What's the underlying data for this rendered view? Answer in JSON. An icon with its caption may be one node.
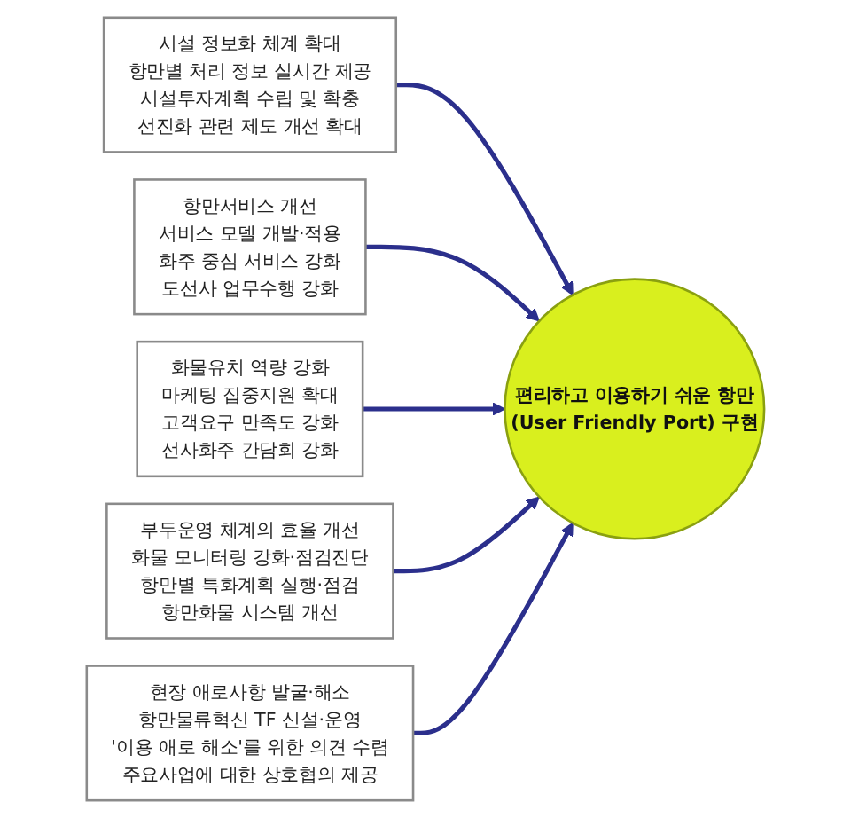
{
  "diagram": {
    "nodes": [
      {
        "text": [
          "시설 정보화 체계 확대",
          "항만별 처리 정보 실시간 제공",
          "시설투자계획 수립 및 확충",
          "선진화 관련 제도 개선 확대"
        ]
      },
      {
        "text": [
          "항만서비스 개선",
          "서비스 모델 개발·적용",
          "화주 중심 서비스 강화",
          "도선사 업무수행 강화"
        ]
      },
      {
        "text": [
          "화물유치 역량 강화",
          "마케팅 집중지원 확대",
          "고객요구 만족도 강화",
          "선사화주 간담회 강화"
        ]
      },
      {
        "text": [
          "편리하고 이용하기 쉬운 항만",
          "(User Friendly Port) 구현"
        ]
      },
      {
        "text": [
          "부두운영 체계의 효율 개선",
          "화물 모니터링 강화·점검진단",
          "항만별 특화계획 실행·점검",
          "항만화물 시스템 개선"
        ]
      },
      {
        "text": [
          "현장 애로사항 발굴·해소",
          "항만물류혁신 TF 신설·운영",
          "'이용 애로 해소'를 위한 의견 수렴",
          "주요사업에 대한 상호협의 제공"
        ]
      }
    ],
    "edges": [
      {
        "from": 0,
        "to": 3,
        "arrow": "to"
      },
      {
        "from": 1,
        "to": 3,
        "arrow": "to"
      },
      {
        "from": 2,
        "to": 3,
        "arrow": "to"
      },
      {
        "from": 4,
        "to": 3,
        "arrow": "to"
      },
      {
        "from": 5,
        "to": 3,
        "arrow": "to"
      }
    ]
  }
}
